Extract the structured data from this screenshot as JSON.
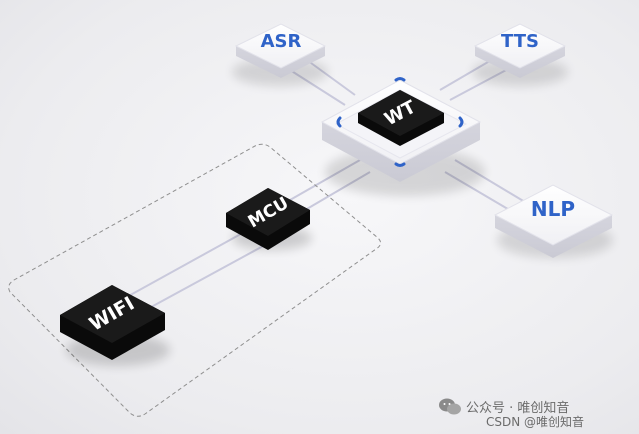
{
  "diagram": {
    "nodes": {
      "asr": "ASR",
      "tts": "TTS",
      "wt": "WT",
      "nlp": "NLP",
      "mcu": "MCU",
      "wifi": "WIFI"
    }
  },
  "watermark": {
    "account": "公众号 · 唯创知音",
    "source": "CSDN @唯创知音"
  },
  "colors": {
    "accent_blue": "#2f63c8",
    "chip_black": "#141414",
    "link_line": "#c9c9dc"
  }
}
